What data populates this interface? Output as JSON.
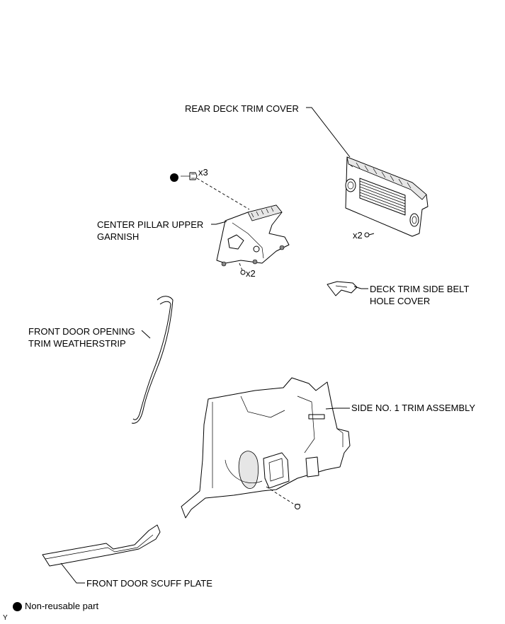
{
  "labels": {
    "rear_deck_trim_cover": "REAR DECK TRIM COVER",
    "center_pillar_upper_garnish_line1": "CENTER PILLAR UPPER",
    "center_pillar_upper_garnish_line2": "GARNISH",
    "deck_trim_side_belt_hole_cover_line1": "DECK TRIM SIDE BELT",
    "deck_trim_side_belt_hole_cover_line2": "HOLE COVER",
    "front_door_opening_trim_weatherstrip_line1": "FRONT DOOR OPENING",
    "front_door_opening_trim_weatherstrip_line2": "TRIM WEATHERSTRIP",
    "side_no1_trim_assembly": "SIDE NO. 1 TRIM ASSEMBLY",
    "front_door_scuff_plate": "FRONT DOOR SCUFF PLATE"
  },
  "quantities": {
    "garnish_clips_top": "x3",
    "garnish_clips_bottom": "x2",
    "deck_cover_clips": "x2"
  },
  "legend": {
    "non_reusable": "Non-reusable part"
  },
  "corner_mark": "Y"
}
